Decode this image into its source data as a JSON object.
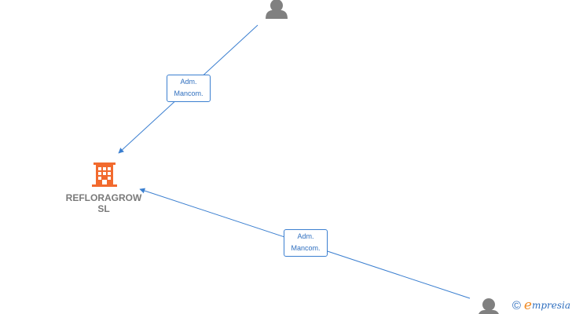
{
  "nodes": {
    "company": {
      "name_line1": "REFLORAGROW",
      "name_line2": "SL",
      "color": "#f26a2e"
    },
    "person_color": "#808080"
  },
  "edges": [
    {
      "label_line1": "Adm.",
      "label_line2": "Mancom."
    },
    {
      "label_line1": "Adm.",
      "label_line2": "Mancom."
    }
  ],
  "colors": {
    "edge": "#3b7fd0",
    "label_text": "#2f6fbf"
  },
  "watermark": {
    "symbol": "©",
    "brand_first": "e",
    "brand_rest": "mpresia"
  }
}
